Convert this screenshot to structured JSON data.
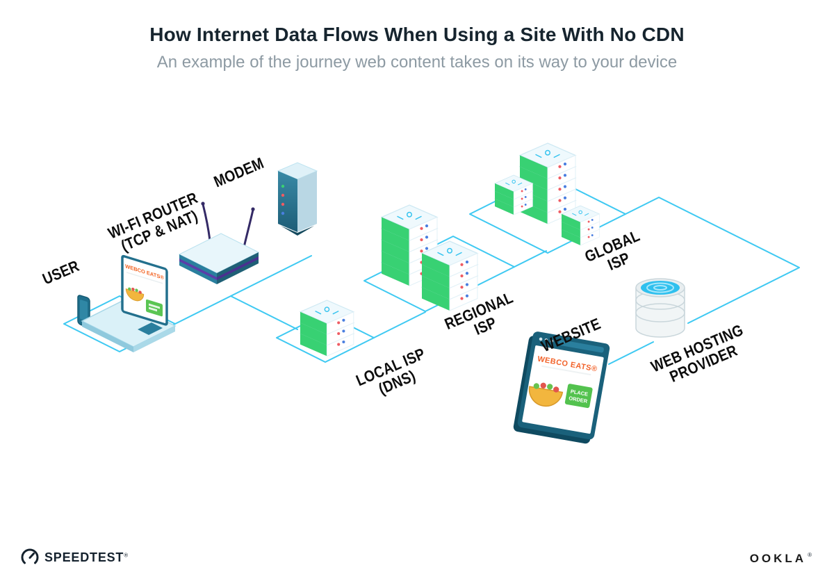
{
  "header": {
    "title": "How Internet Data Flows When Using a Site With No CDN",
    "subtitle": "An example of the journey web content takes on its way to your device"
  },
  "nodes": {
    "user": {
      "line1": "USER"
    },
    "wifi_router": {
      "line1": "WI-FI ROUTER",
      "line2": "(TCP & NAT)"
    },
    "modem": {
      "line1": "MODEM"
    },
    "local_isp": {
      "line1": "LOCAL ISP",
      "line2": "(DNS)"
    },
    "regional_isp": {
      "line1": "REGIONAL",
      "line2": "ISP"
    },
    "global_isp": {
      "line1": "GLOBAL",
      "line2": "ISP"
    },
    "website": {
      "line1": "WEBSITE"
    },
    "web_hosting": {
      "line1": "WEB HOSTING",
      "line2": "PROVIDER"
    }
  },
  "flow_order": [
    "user",
    "wifi_router",
    "modem",
    "local_isp",
    "regional_isp",
    "global_isp",
    "web_hosting",
    "website"
  ],
  "laptop_screen": {
    "brand": "WEBCO EATS®"
  },
  "website_screen": {
    "brand": "WEBCO EATS®",
    "cta_line1": "PLACE",
    "cta_line2": "ORDER"
  },
  "footer": {
    "speedtest": "SPEEDTEST",
    "speedtest_reg": "®",
    "ookla": "OOKLA",
    "ookla_reg": "®"
  },
  "colors": {
    "line_cyan": "#3EC9F2",
    "accent_teal": "#2A7F9E",
    "server_green": "#38D173",
    "brand_orange": "#F26322",
    "title_dark": "#16242E",
    "subtitle_gray": "#8D9AA3"
  }
}
